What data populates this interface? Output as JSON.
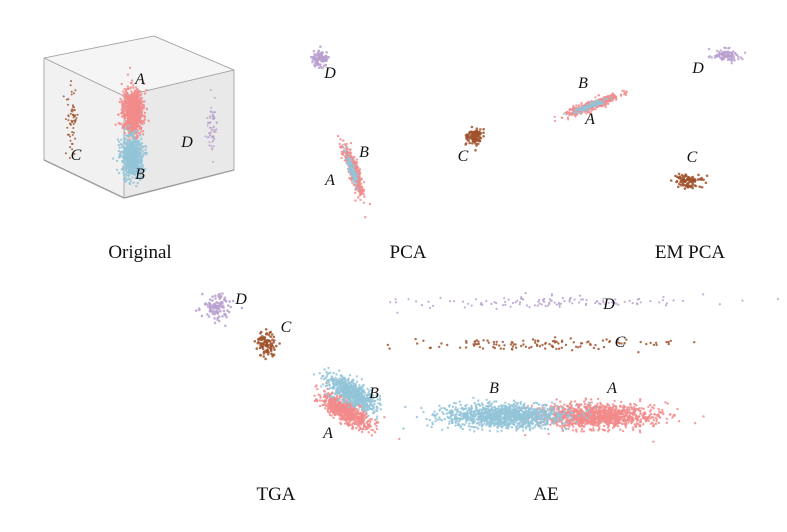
{
  "colors": {
    "A": "#F28B8B",
    "B": "#93C4D8",
    "C": "#A0522D",
    "D": "#B9A0CF",
    "box_face": "#EDEDED",
    "box_edge": "#888888"
  },
  "panels": [
    {
      "id": "original",
      "title": "Original",
      "clusters": [
        {
          "label": "A",
          "shape": "blob"
        },
        {
          "label": "B",
          "shape": "blob"
        },
        {
          "label": "C",
          "shape": "sparse-vertical"
        },
        {
          "label": "D",
          "shape": "sparse-vertical"
        }
      ]
    },
    {
      "id": "pca",
      "title": "PCA",
      "clusters": [
        {
          "label": "A",
          "shape": "elongated"
        },
        {
          "label": "B",
          "shape": "elongated"
        },
        {
          "label": "C",
          "shape": "compact"
        },
        {
          "label": "D",
          "shape": "compact"
        }
      ]
    },
    {
      "id": "em-pca",
      "title": "EM PCA",
      "clusters": [
        {
          "label": "A",
          "shape": "elongated"
        },
        {
          "label": "B",
          "shape": "elongated"
        },
        {
          "label": "C",
          "shape": "compact"
        },
        {
          "label": "D",
          "shape": "compact"
        }
      ]
    },
    {
      "id": "tga",
      "title": "TGA",
      "clusters": [
        {
          "label": "A",
          "shape": "elongated"
        },
        {
          "label": "B",
          "shape": "elongated"
        },
        {
          "label": "C",
          "shape": "compact"
        },
        {
          "label": "D",
          "shape": "compact"
        }
      ]
    },
    {
      "id": "ae",
      "title": "AE",
      "clusters": [
        {
          "label": "A",
          "shape": "horizontal-blob"
        },
        {
          "label": "B",
          "shape": "horizontal-blob"
        },
        {
          "label": "C",
          "shape": "horizontal-line"
        },
        {
          "label": "D",
          "shape": "horizontal-line"
        }
      ]
    }
  ]
}
